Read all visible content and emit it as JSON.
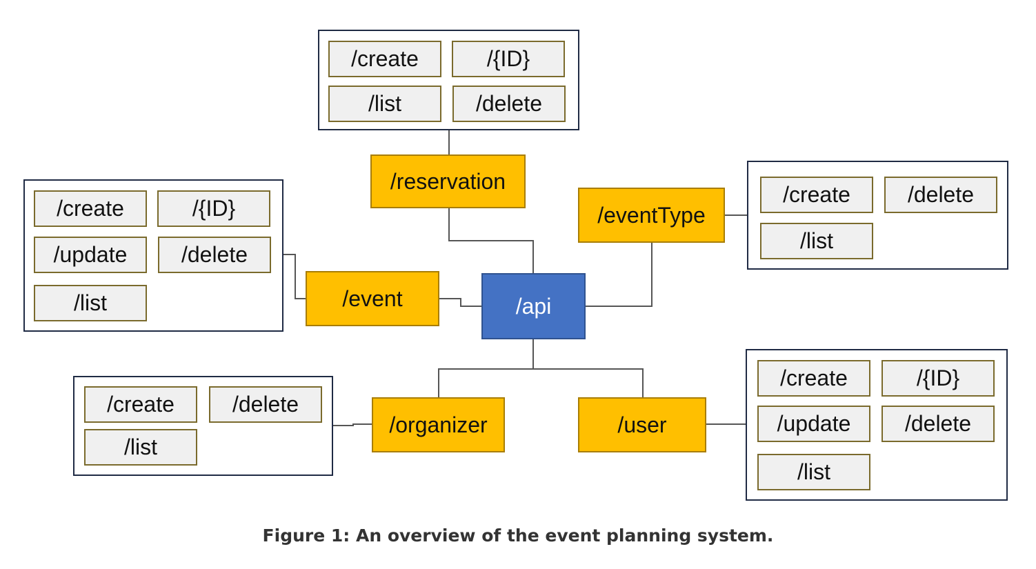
{
  "api": {
    "label": "/api"
  },
  "resources": {
    "reservation": {
      "label": "/reservation",
      "endpoints": [
        "/create",
        "/{ID}",
        "/list",
        "/delete"
      ]
    },
    "event": {
      "label": "/event",
      "endpoints": [
        "/create",
        "/{ID}",
        "/update",
        "/delete",
        "/list"
      ]
    },
    "eventType": {
      "label": "/eventType",
      "endpoints": [
        "/create",
        "/delete",
        "/list"
      ]
    },
    "organizer": {
      "label": "/organizer",
      "endpoints": [
        "/create",
        "/delete",
        "/list"
      ]
    },
    "user": {
      "label": "/user",
      "endpoints": [
        "/create",
        "/{ID}",
        "/update",
        "/delete",
        "/list"
      ]
    }
  },
  "caption": "Figure 1: An overview of the event planning system.",
  "colors": {
    "api": "#4472c4",
    "resource": "#ffbf00",
    "endpoint": "#f0f0f0"
  }
}
